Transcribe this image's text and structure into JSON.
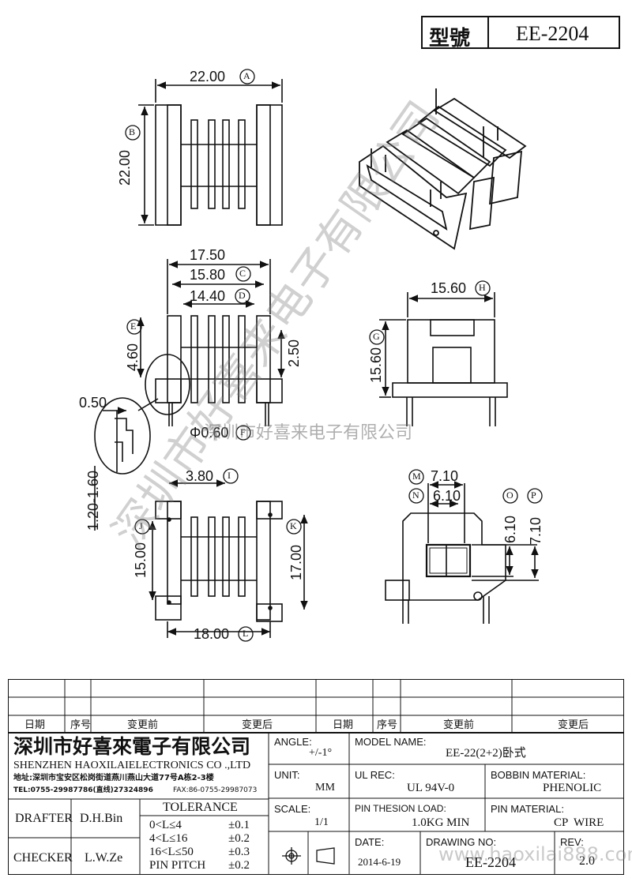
{
  "header": {
    "model_label": "型號",
    "model_value": "EE-2204"
  },
  "dimensions": {
    "top_width": "22.00",
    "top_height": "22.00",
    "width_1750": "17.50",
    "width_1580": "15.80",
    "width_1440": "14.40",
    "dim_460": "4.60",
    "dim_250": "2.50",
    "dim_050": "0.50",
    "pin_dia": "Φ0.60",
    "range_pitch": "1.20-1.60",
    "dim_380": "3.80",
    "dim_1500": "15.00",
    "dim_1700": "17.00",
    "dim_1800": "18.00",
    "side_width": "15.60",
    "side_height": "15.60",
    "dim_710_top": "7.10",
    "dim_610_top": "6.10",
    "dim_610_side": "6.10",
    "dim_710_side": "7.10"
  },
  "markers": {
    "A": "A",
    "B": "B",
    "C": "C",
    "D": "D",
    "E": "E",
    "F": "F",
    "G": "G",
    "H": "H",
    "I": "I",
    "J": "J",
    "K": "K",
    "L": "L",
    "M": "M",
    "N": "N",
    "O": "O",
    "P": "P"
  },
  "watermarks": {
    "diagonal": "深圳市好喜来电子有限公司",
    "center": "深圳市好喜来电子有限公司",
    "footer": "www.haoxilai888.com"
  },
  "revision_table": {
    "headers": [
      "日期",
      "序号",
      "变更前",
      "变更后",
      "日期",
      "序号",
      "变更前",
      "变更后"
    ]
  },
  "company": {
    "name_cn": "深圳市好喜來電子有限公司",
    "name_en": "SHENZHEN HAOXILAIELECTRONICS CO .,LTD",
    "address": "地址:深圳市宝安区松岗街道燕川燕山大道77号A栋2-3楼",
    "tel": "TEL:0755-29987786(直线)27324896",
    "fax": "FAX:86-0755-29987073"
  },
  "title_block": {
    "angle_label": "ANGLE:",
    "angle_value": "+/-1°",
    "model_name_label": "MODEL NAME:",
    "model_name_value": "EE-22(2+2)卧式",
    "unit_label": "UNIT:",
    "unit_value": "MM",
    "ul_rec_label": "UL REC:",
    "ul_rec_value": "UL 94V-0",
    "bobbin_material_label": "BOBBIN MATERIAL:",
    "bobbin_material_value": "PHENOLIC",
    "scale_label": "SCALE:",
    "scale_value": "1/1",
    "pin_load_label": "PIN THESION LOAD:",
    "pin_load_value": "1.0KG MIN",
    "pin_material_label": "PIN MATERIAL:",
    "pin_material_value": "CP  WIRE",
    "date_label": "DATE:",
    "date_value": "2014-6-19",
    "drawing_no_label": "DRAWING NO:",
    "drawing_no_value": "EE-2204",
    "rev_label": "REV:",
    "rev_value": "2.0",
    "drafter_label": "DRAFTER",
    "drafter_value": "D.H.Bin",
    "checker_label": "CHECKER",
    "checker_value": "L.W.Ze",
    "tolerance_title": "TOLERANCE",
    "tolerance_rows": [
      {
        "range": "0<L≤4",
        "tol": "±0.1"
      },
      {
        "range": "4<L≤16",
        "tol": "±0.2"
      },
      {
        "range": "16<L≤50",
        "tol": "±0.3"
      },
      {
        "range": "PIN PITCH",
        "tol": "±0.2"
      }
    ]
  }
}
